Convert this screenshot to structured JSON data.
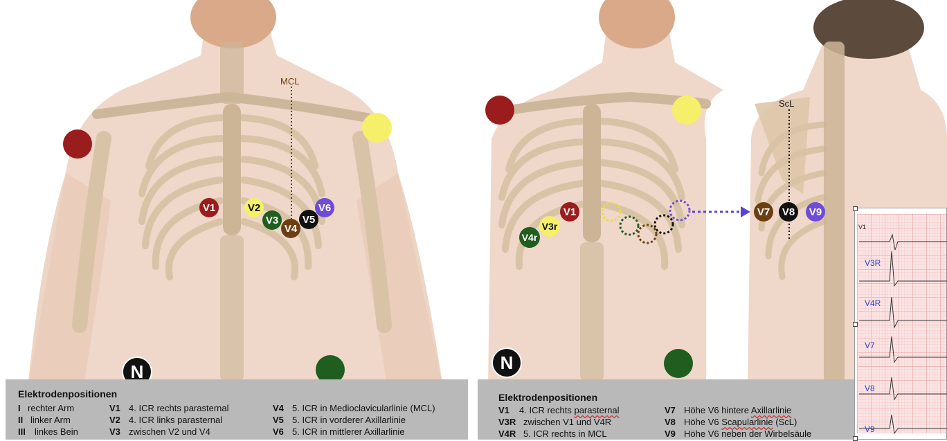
{
  "left_panel": {
    "mcl_label": "MCL",
    "electrodes": [
      {
        "label": "V1",
        "fill": "#9b1c1c",
        "text": "#ffffff"
      },
      {
        "label": "V2",
        "fill": "#f6ef6a",
        "text": "#111111"
      },
      {
        "label": "V3",
        "fill": "#1f5e1f",
        "text": "#ffffff"
      },
      {
        "label": "V4",
        "fill": "#6b3f12",
        "text": "#ffffff"
      },
      {
        "label": "V5",
        "fill": "#111111",
        "text": "#ffffff"
      },
      {
        "label": "V6",
        "fill": "#6e4bd8",
        "text": "#ffffff"
      }
    ],
    "limb": {
      "right_arm": "#9b1c1c",
      "left_arm": "#f6ef6a",
      "left_leg": "#1f5e1f",
      "neutral": "#111111"
    },
    "neutral_label": "N",
    "legend": {
      "title": "Elektrodenpositionen",
      "rows": [
        {
          "code": "I",
          "text": "rechter Arm"
        },
        {
          "code": "II",
          "text": "linker Arm"
        },
        {
          "code": "III",
          "text": "linkes Bein"
        },
        {
          "code": "V1",
          "text": "4. ICR rechts parasternal"
        },
        {
          "code": "V2",
          "text": "4. ICR links parasternal"
        },
        {
          "code": "V3",
          "text": "zwischen V2 und V4"
        },
        {
          "code": "V4",
          "text": "5. ICR in Medioclavicularlinie (MCL)"
        },
        {
          "code": "V5",
          "text": "5. ICR in vorderer Axillarlinie"
        },
        {
          "code": "V6",
          "text": "5. ICR in mittlerer Axillarlinie"
        }
      ]
    }
  },
  "right_panel": {
    "front_electrodes": [
      {
        "label": "V1",
        "fill": "#9b1c1c",
        "text": "#ffffff"
      },
      {
        "label": "V3r",
        "fill": "#f6ef6a",
        "text": "#111111"
      },
      {
        "label": "V4r",
        "fill": "#1f5e1f",
        "text": "#ffffff"
      }
    ],
    "back_electrodes": [
      {
        "label": "V7",
        "fill": "#6b3f12",
        "text": "#ffffff"
      },
      {
        "label": "V8",
        "fill": "#111111",
        "text": "#ffffff"
      },
      {
        "label": "V9",
        "fill": "#6e4bd8",
        "text": "#ffffff"
      }
    ],
    "scl_label": "ScL",
    "neutral_label": "N",
    "legend": {
      "title": "Elektrodenpositionen",
      "rows": [
        {
          "code": "V1",
          "pre": "4. ICR rechts ",
          "squig": "parasternal",
          "post": ""
        },
        {
          "code": "V3R",
          "pre": "zwischen V1 und V4R",
          "squig": "",
          "post": ""
        },
        {
          "code": "V4R",
          "pre": "5. ICR rechts in MCL",
          "squig": "",
          "post": ""
        },
        {
          "code": "V7",
          "pre": "Höhe V6 hintere ",
          "squig": "Axillarlinie",
          "post": ""
        },
        {
          "code": "V8",
          "pre": "Höhe V6 ",
          "squig": "Scapularlinie",
          "post": " (ScL)"
        },
        {
          "code": "V9",
          "pre": "Höhe V6 neben der Wirbelsäule",
          "squig": "",
          "post": ""
        }
      ]
    }
  },
  "ecg_strip": {
    "leads": [
      "V1",
      "V3R",
      "V4R",
      "V7",
      "V8",
      "V9"
    ]
  }
}
